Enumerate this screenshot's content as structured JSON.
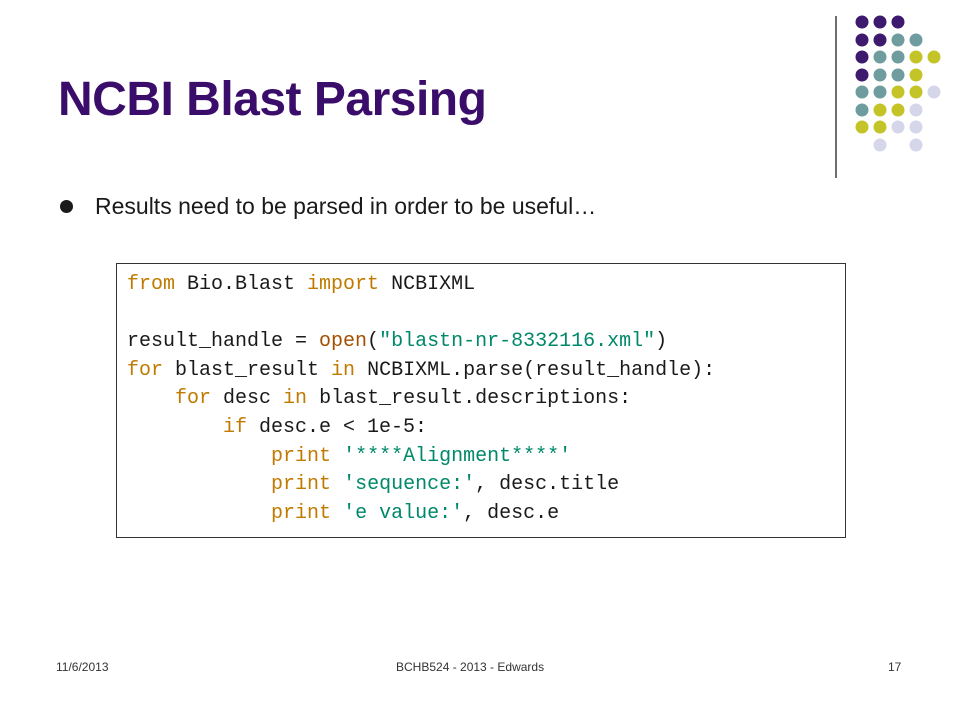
{
  "slide": {
    "title": "NCBI Blast Parsing",
    "bullets": [
      "Results need to be parsed in order to be useful…"
    ],
    "code": {
      "line1": {
        "kw1": "from",
        "t1": " Bio.Blast ",
        "kw2": "import",
        "t2": " NCBIXML"
      },
      "line3": {
        "t1": "result_handle = ",
        "fn": "open",
        "t2": "(",
        "str": "\"blastn-nr-8332116.xml\"",
        "t3": ")"
      },
      "line4": {
        "kw1": "for",
        "t1": " blast_result ",
        "kw2": "in",
        "t2": " NCBIXML.parse(result_handle):"
      },
      "line5": {
        "indent": "    ",
        "kw1": "for",
        "t1": " desc ",
        "kw2": "in",
        "t2": " blast_result.descriptions:"
      },
      "line6": {
        "indent": "        ",
        "kw1": "if",
        "t1": " desc.e < 1e-5:"
      },
      "line7": {
        "indent": "            ",
        "kw1": "print",
        "t1": " ",
        "str": "'****Alignment****'"
      },
      "line8": {
        "indent": "            ",
        "kw1": "print",
        "t1": " ",
        "str": "'sequence:'",
        "t2": ", desc.title"
      },
      "line9": {
        "indent": "            ",
        "kw1": "print",
        "t1": " ",
        "str": "'e value:'",
        "t2": ", desc.e"
      }
    },
    "code_colors": {
      "keyword": "#c07a00",
      "builtin": "#a44f00",
      "string": "#00886a",
      "text": "#1a1a1a"
    },
    "decoration_colors": {
      "purple": "#3d1a6e",
      "teal": "#6f9c9e",
      "olive": "#c4c428",
      "lavender": "#d6d6ea"
    }
  },
  "footer": {
    "date": "11/6/2013",
    "center": "BCHB524 - 2013 - Edwards",
    "page": "17"
  }
}
